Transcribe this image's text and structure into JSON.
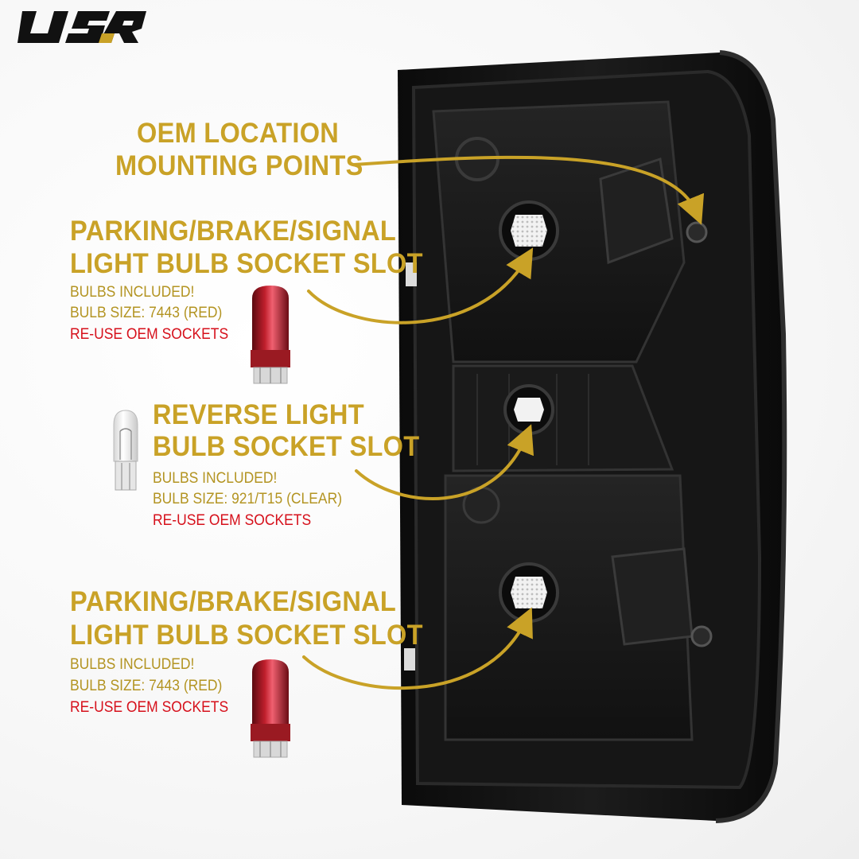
{
  "brand": {
    "logo_text": "USR"
  },
  "colors": {
    "gold": "#c9a227",
    "gold_dark": "#b39422",
    "red": "#d6101b",
    "housing": "#141414"
  },
  "callouts": [
    {
      "id": "mounting",
      "title_line1": "OEM LOCATION",
      "title_line2": "MOUNTING POINTS"
    },
    {
      "id": "upper-brake",
      "title_line1": "PARKING/BRAKE/SIGNAL",
      "title_line2": "LIGHT BULB SOCKET SLOT",
      "bulbs": "BULBS INCLUDED!",
      "size": "BULB SIZE: 7443 (RED)",
      "reuse": "RE-USE OEM SOCKETS",
      "bulb_icon": "red-bulb-7443-icon"
    },
    {
      "id": "reverse",
      "title_line1": "REVERSE LIGHT",
      "title_line2": "BULB SOCKET SLOT",
      "bulbs": "BULBS INCLUDED!",
      "size": "BULB SIZE: 921/T15 (CLEAR)",
      "reuse": "RE-USE OEM SOCKETS",
      "bulb_icon": "clear-bulb-921-icon"
    },
    {
      "id": "lower-brake",
      "title_line1": "PARKING/BRAKE/SIGNAL",
      "title_line2": "LIGHT BULB SOCKET SLOT",
      "bulbs": "BULBS INCLUDED!",
      "size": "BULB SIZE: 7443 (RED)",
      "reuse": "RE-USE OEM SOCKETS",
      "bulb_icon": "red-bulb-7443-icon"
    }
  ]
}
